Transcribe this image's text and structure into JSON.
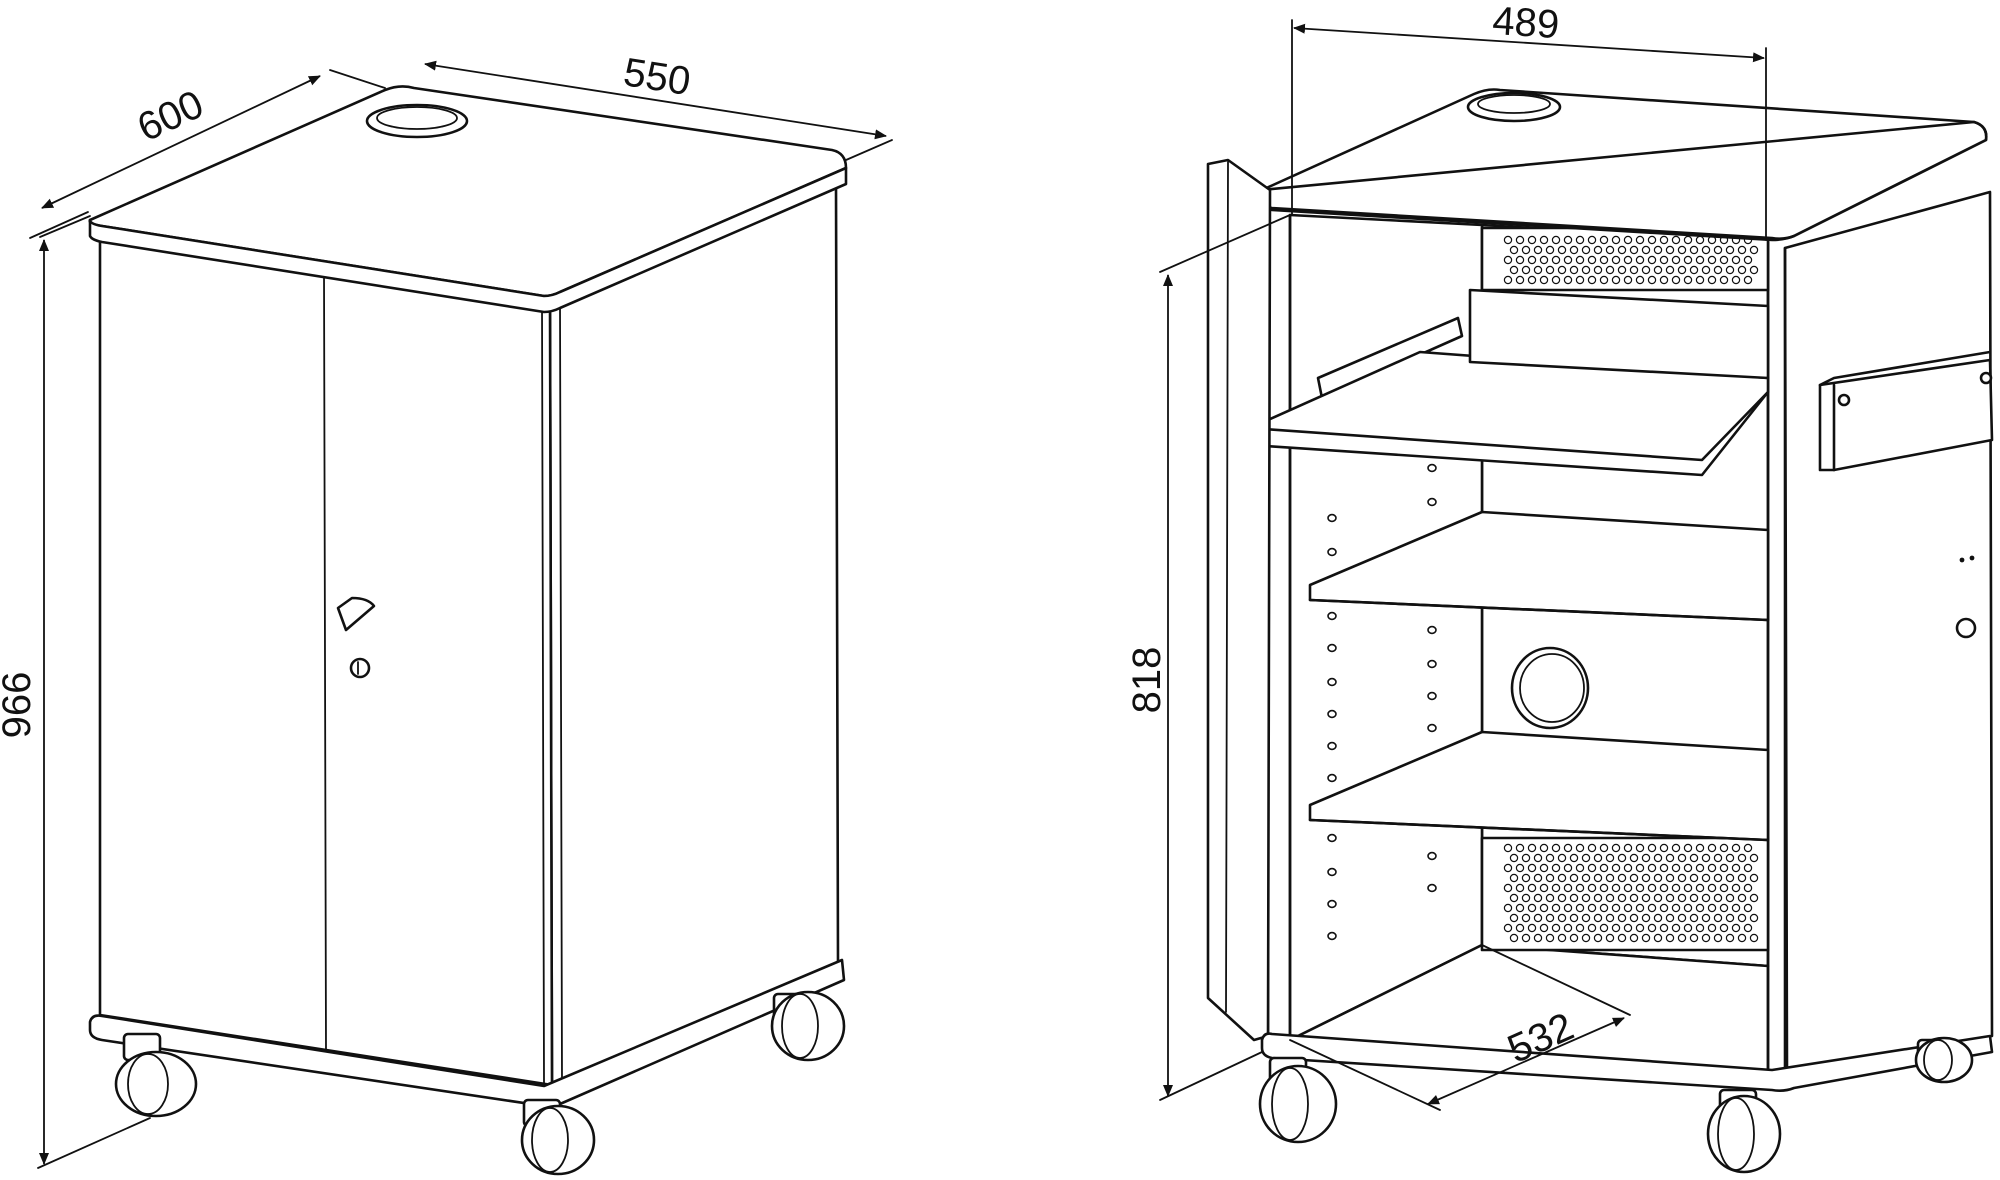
{
  "dimensions": {
    "left_depth": "600",
    "left_width": "550",
    "left_height": "966",
    "right_inner_width": "489",
    "right_inner_height": "818",
    "right_inner_depth": "532"
  },
  "colors": {
    "line": "#111111",
    "background": "#ffffff"
  }
}
